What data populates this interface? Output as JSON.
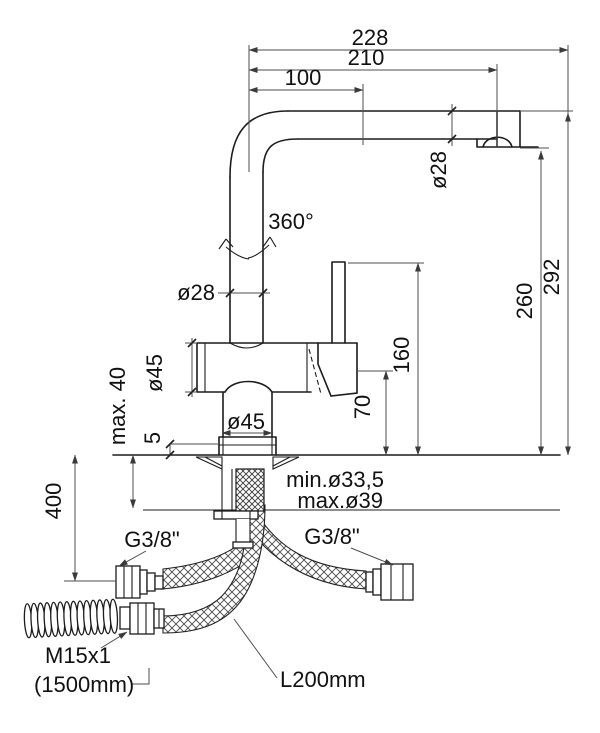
{
  "drawing": {
    "type": "faucet-installation-technical-drawing",
    "colors": {
      "line": "#1c1c1c",
      "dim_line": "#4d4d4d",
      "background": "#ffffff"
    },
    "labels": {
      "dim_overall_reach": "228",
      "dim_spout_reach": "210",
      "dim_inner_reach": "100",
      "dim_spout_diameter": "ø28",
      "dim_total_height": "292",
      "dim_outlet_height": "260",
      "dim_riser_diameter": "ø28",
      "rotation_angle": "360°",
      "dim_body_diameter": "ø45",
      "dim_base_diameter": "ø45",
      "dim_handle_height": "160",
      "dim_lever_clearance": "70",
      "dim_counter_thickness": "max. 40",
      "dim_base_rim": "5",
      "dim_hose_drop": "400",
      "hole_min": "min.ø33,5",
      "hole_max": "max.ø39",
      "connector_left": "G3/8\"",
      "connector_right": "G3/8\"",
      "pullout_hose_thread": "M15x1",
      "pullout_hose_length": "(1500mm)",
      "supply_hose_length": "L200mm"
    }
  }
}
